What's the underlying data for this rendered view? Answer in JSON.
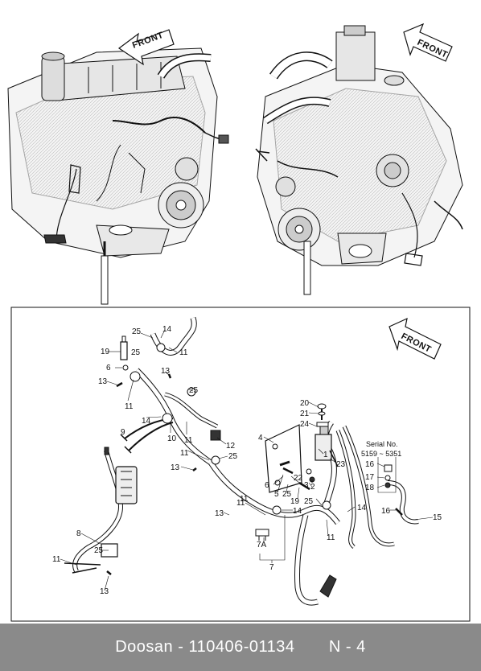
{
  "front_labels": [
    "FRONT",
    "FRONT",
    "FRONT"
  ],
  "serial": {
    "title": "Serial No.",
    "range": "5159 ~ 5351"
  },
  "callouts": [
    "25",
    "14",
    "19",
    "11",
    "25",
    "6",
    "13",
    "13",
    "11",
    "25",
    "14",
    "10",
    "11",
    "12",
    "11",
    "25",
    "13",
    "20",
    "21",
    "24",
    "4",
    "1",
    "23",
    "6",
    "22",
    "3",
    "2",
    "5",
    "25",
    "19",
    "25",
    "14",
    "14",
    "11",
    "11",
    "13",
    "7A",
    "7",
    "16",
    "17",
    "18",
    "16",
    "15",
    "8",
    "11",
    "25",
    "13",
    "9",
    "11"
  ],
  "footer": {
    "brand": "Doosan",
    "part_number": "110406-01134",
    "page": "N - 4"
  }
}
